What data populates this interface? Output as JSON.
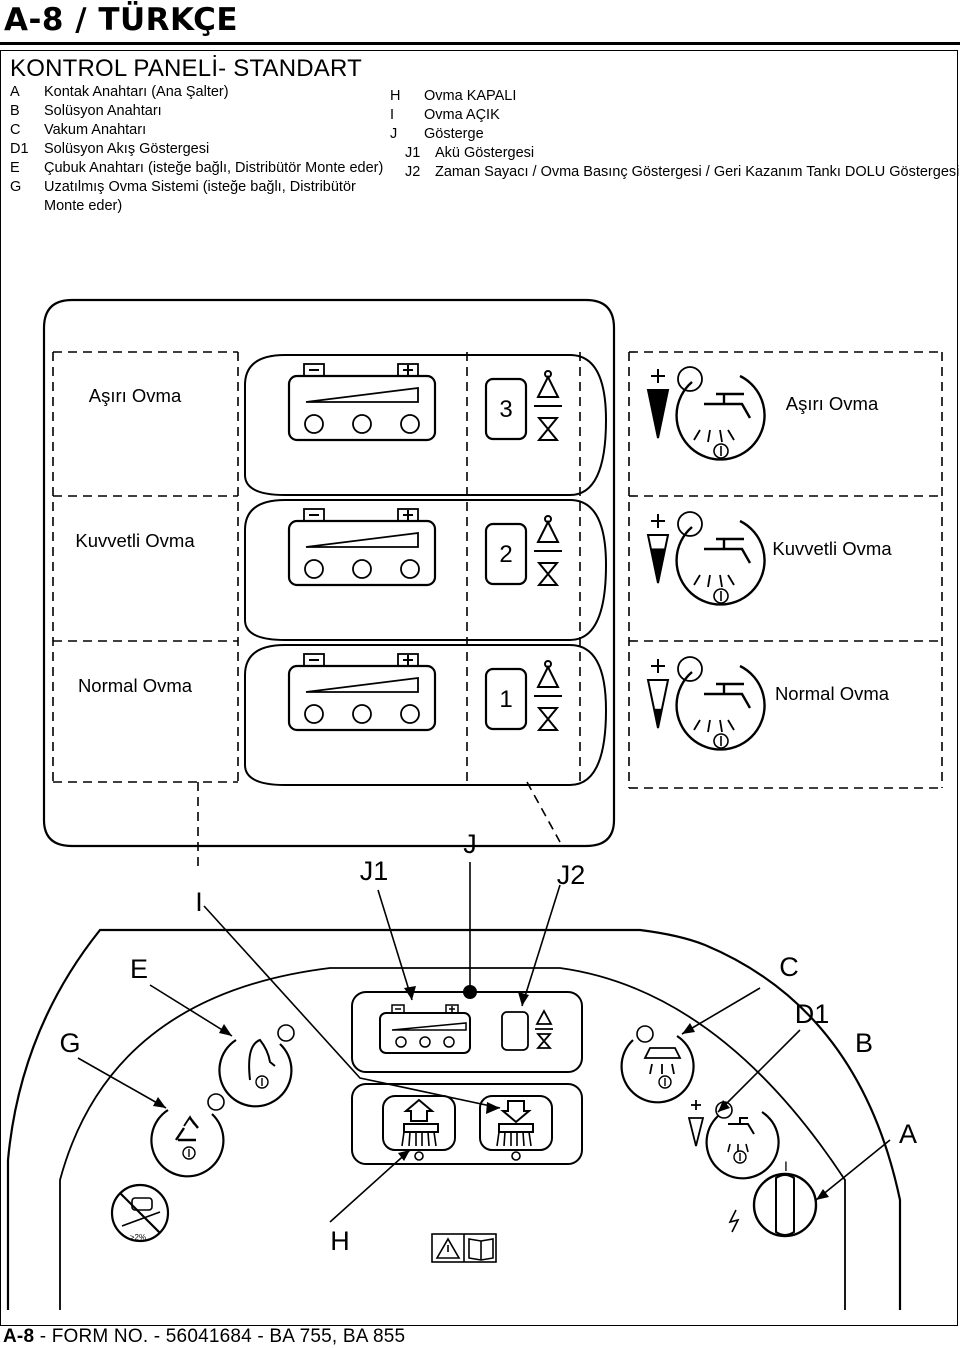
{
  "header": {
    "title": "A-8 / TÜRKÇE"
  },
  "section": {
    "title": "KONTROL PANELİ- STANDART"
  },
  "legend_left": [
    {
      "key": "A",
      "text": "Kontak Anahtarı (Ana Şalter)"
    },
    {
      "key": "B",
      "text": "Solüsyon Anahtarı"
    },
    {
      "key": "C",
      "text": "Vakum Anahtarı"
    },
    {
      "key": "D1",
      "text": "Solüsyon Akış Göstergesi"
    },
    {
      "key": "E",
      "text": "Çubuk Anahtarı (isteğe bağlı, Distribütör Monte eder)"
    },
    {
      "key": "G",
      "text": "Uzatılmış Ovma Sistemi (isteğe bağlı, Distribütör"
    },
    {
      "key": "",
      "text": "Monte eder)"
    }
  ],
  "legend_right": [
    {
      "key": "H",
      "text": "Ovma KAPALI",
      "sub": false
    },
    {
      "key": "I",
      "text": "Ovma AÇIK",
      "sub": false
    },
    {
      "key": "J",
      "text": "Gösterge",
      "sub": false
    },
    {
      "key": "J1",
      "text": "Akü Göstergesi",
      "sub": true
    },
    {
      "key": "J2",
      "text": "Zaman Sayacı / Ovma Basınç Göstergesi / Geri Kazanım Tankı DOLU Göstergesi",
      "sub": true
    }
  ],
  "indicator_rows": [
    {
      "left_label": "Aşırı Ovma",
      "counter": "3",
      "right_label": "Aşırı Ovma",
      "flow_level": 1.0
    },
    {
      "left_label": "Kuvvetli Ovma",
      "counter": "2",
      "right_label": "Kuvvetli Ovma",
      "flow_level": 0.72
    },
    {
      "left_label": "Normal Ovma",
      "counter": "1",
      "right_label": "Normal Ovma",
      "flow_level": 0.4
    }
  ],
  "callouts": {
    "I": "I",
    "J": "J",
    "J1": "J1",
    "J2": "J2",
    "E": "E",
    "C": "C",
    "D1": "D1",
    "G": "G",
    "B": "B",
    "A": "A",
    "H": "H"
  },
  "panel_text": {
    "no_slope": ">2%",
    "key_mark": "I"
  },
  "footer": {
    "page": "A-8",
    "rest": " - FORM NO. - 56041684 - BA 755, BA 855"
  }
}
